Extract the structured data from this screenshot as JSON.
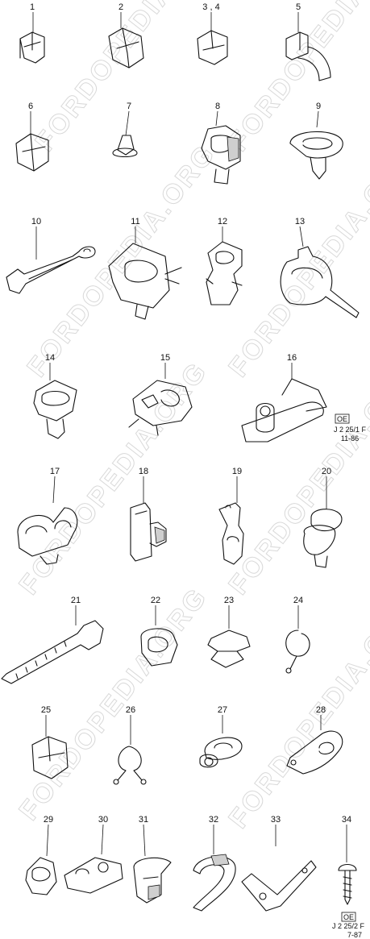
{
  "watermark": "FORDOPEDIA.ORG",
  "parts": [
    {
      "label": "1"
    },
    {
      "label": "2"
    },
    {
      "label": "3 , 4"
    },
    {
      "label": "5"
    },
    {
      "label": "6"
    },
    {
      "label": "7"
    },
    {
      "label": "8"
    },
    {
      "label": "9"
    },
    {
      "label": "10"
    },
    {
      "label": "11"
    },
    {
      "label": "12"
    },
    {
      "label": "13"
    },
    {
      "label": "14"
    },
    {
      "label": "15"
    },
    {
      "label": "16"
    },
    {
      "label": "17"
    },
    {
      "label": "18"
    },
    {
      "label": "19"
    },
    {
      "label": "20"
    },
    {
      "label": "21"
    },
    {
      "label": "22"
    },
    {
      "label": "23"
    },
    {
      "label": "24"
    },
    {
      "label": "25"
    },
    {
      "label": "26"
    },
    {
      "label": "27"
    },
    {
      "label": "28"
    },
    {
      "label": "29"
    },
    {
      "label": "30"
    },
    {
      "label": "31"
    },
    {
      "label": "32"
    },
    {
      "label": "33"
    },
    {
      "label": "34"
    }
  ],
  "ref_codes": [
    {
      "badge": "OE",
      "code": "J 2 25/1 F",
      "date": "11-86"
    },
    {
      "badge": "OE",
      "code": "J 2 25/2 F",
      "date": "7-87"
    }
  ]
}
